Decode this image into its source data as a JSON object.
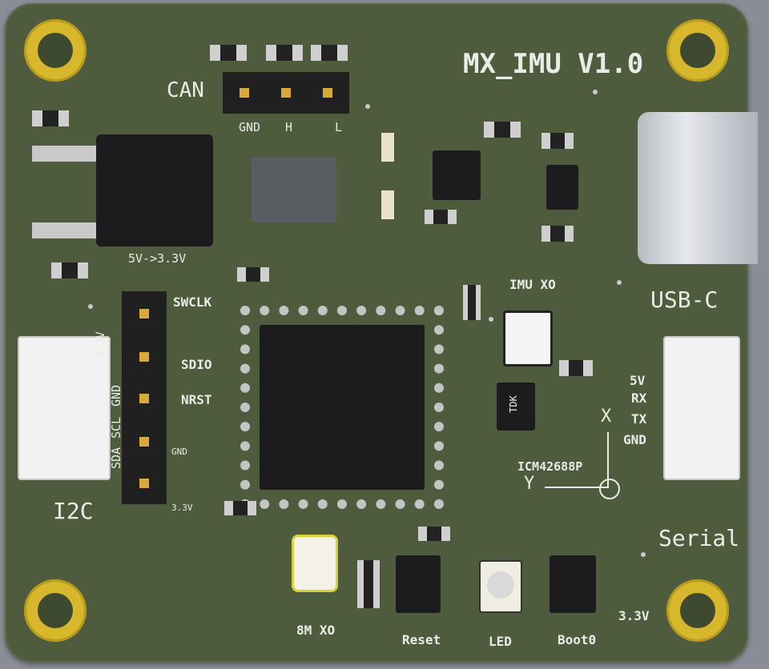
{
  "board": {
    "title": "MX_IMU V1.0",
    "colors": {
      "soldermask": "#4f5b3d",
      "silkscreen": "#e9ece6",
      "pad": "#d7b82c"
    }
  },
  "labels": {
    "can": "CAN",
    "can_pins": [
      "GND",
      "H",
      "L"
    ],
    "regulator": "5V->3.3V",
    "swclk": "SWCLK",
    "sdio": "SDIO",
    "nrst": "NRST",
    "gnd_small": "GND",
    "v33_small": "3.3V",
    "v33_vert": "3.3V",
    "i2c_pins": [
      "GND",
      "SCL",
      "SDA"
    ],
    "i2c": "I2C",
    "imu_xo": "IMU XO",
    "usbc": "USB-C",
    "serial_pins": [
      "5V",
      "RX",
      "TX",
      "GND"
    ],
    "serial": "Serial",
    "axis_x": "X",
    "axis_y": "Y",
    "icm": "ICM42688P",
    "xo_8m": "8M XO",
    "reset": "Reset",
    "led": "LED",
    "boot0": "Boot0",
    "v33_bottom": "3.3V",
    "tdk": "TDK"
  }
}
